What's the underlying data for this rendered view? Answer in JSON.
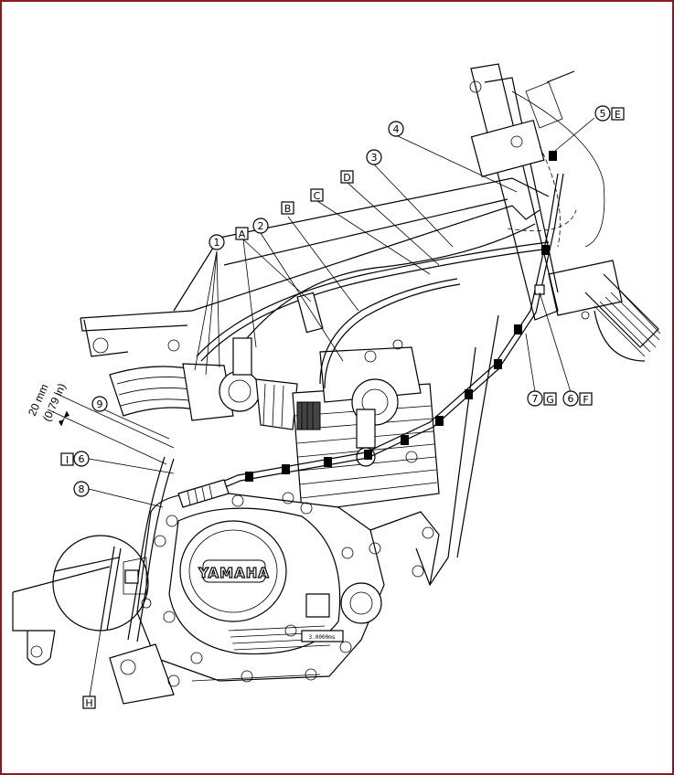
{
  "diagram": {
    "numbered_callouts": [
      {
        "id": "c1",
        "text": "1"
      },
      {
        "id": "c2",
        "text": "2"
      },
      {
        "id": "c3",
        "text": "3"
      },
      {
        "id": "c4",
        "text": "4"
      },
      {
        "id": "c5",
        "text": "5"
      },
      {
        "id": "c6a",
        "text": "6"
      },
      {
        "id": "c6b",
        "text": "6"
      },
      {
        "id": "c7",
        "text": "7"
      },
      {
        "id": "c8",
        "text": "8"
      },
      {
        "id": "c9",
        "text": "9"
      }
    ],
    "letter_callouts": [
      {
        "id": "A",
        "text": "A"
      },
      {
        "id": "B",
        "text": "B"
      },
      {
        "id": "C",
        "text": "C"
      },
      {
        "id": "D",
        "text": "D"
      },
      {
        "id": "E",
        "text": "E"
      },
      {
        "id": "F",
        "text": "F"
      },
      {
        "id": "G",
        "text": "G"
      },
      {
        "id": "H",
        "text": "H"
      },
      {
        "id": "I",
        "text": "I"
      }
    ],
    "dimension": {
      "metric": "20 mm",
      "imperial": "(0.79 in)"
    },
    "engine_logo": "YAMAHA",
    "stamp_text": "3.0000ms"
  }
}
